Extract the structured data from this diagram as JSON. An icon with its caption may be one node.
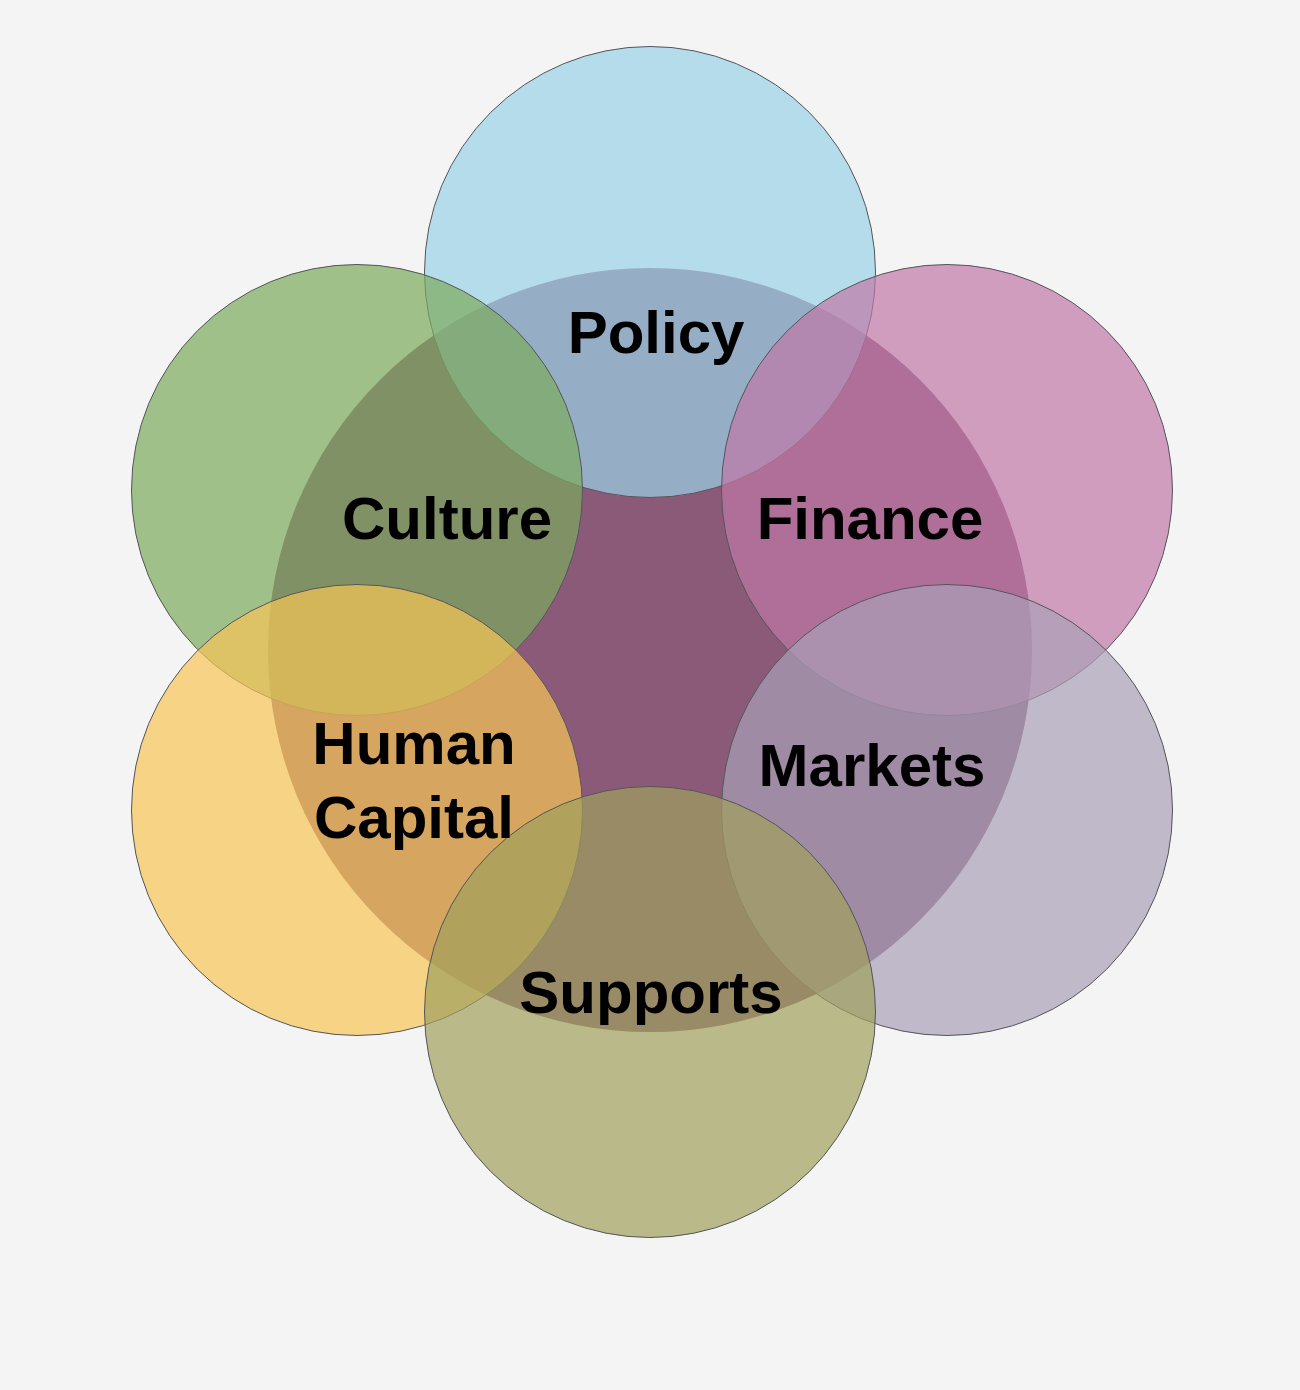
{
  "diagram": {
    "nodes": [
      {
        "text": [],
        "shape": "circle"
      },
      {
        "text": [
          "Policy"
        ]
      },
      {
        "text": [
          "Culture"
        ]
      },
      {
        "text": [
          "Finance"
        ]
      },
      {
        "text": [
          "Human Capital"
        ]
      },
      {
        "text": [
          "Markets"
        ]
      },
      {
        "text": [
          "Supports"
        ]
      }
    ],
    "edges": []
  }
}
